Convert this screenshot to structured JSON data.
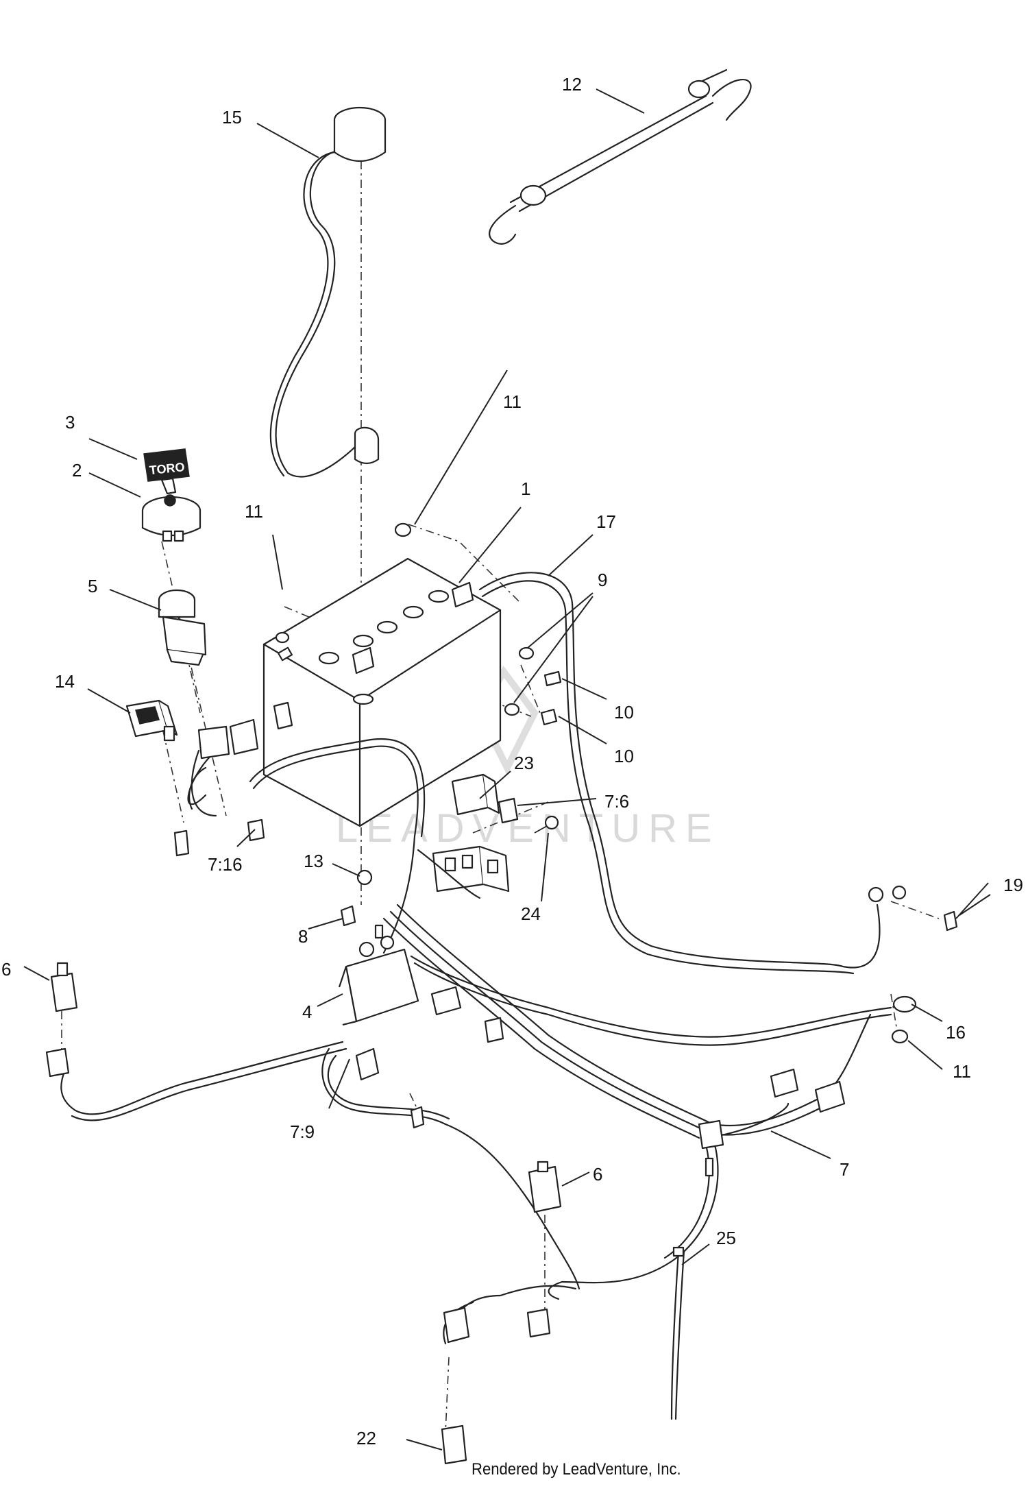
{
  "callouts": {
    "c1": "1",
    "c2": "2",
    "c3": "3",
    "c4": "4",
    "c5": "5",
    "c6a": "6",
    "c6b": "6",
    "c7": "7",
    "c7_6": "7:6",
    "c7_9": "7:9",
    "c7_16": "7:16",
    "c8": "8",
    "c9": "9",
    "c10a": "10",
    "c10b": "10",
    "c11a": "11",
    "c11b": "11",
    "c11c": "11",
    "c12": "12",
    "c13": "13",
    "c14": "14",
    "c15": "15",
    "c16": "16",
    "c17": "17",
    "c19": "19",
    "c22": "22",
    "c23": "23",
    "c24": "24",
    "c25": "25"
  },
  "key_brand": "TORO",
  "watermark": "LEADVENTURE",
  "credit": "Rendered by LeadVenture, Inc."
}
